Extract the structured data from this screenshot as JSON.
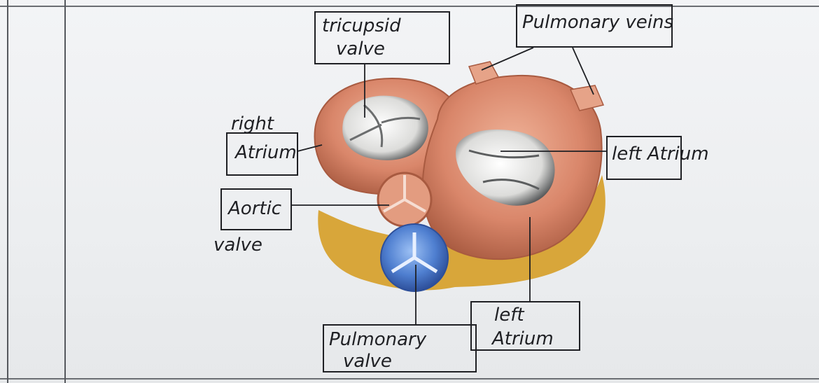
{
  "labels": {
    "tricuspid_valve": [
      "tricupsid",
      "valve"
    ],
    "pulmonary_veins": "Pulmonary veins",
    "right_atrium_caption": "right",
    "right_atrium": "Atrium",
    "left_atrium_upper": "left Atrium",
    "aortic": "Aortic",
    "aortic_caption": "valve",
    "left_atrium_lower": [
      "left",
      "Atrium"
    ],
    "pulmonary_valve": [
      "Pulmonary",
      "valve"
    ]
  },
  "colors": {
    "paper": "#eef0f2",
    "heart_muscle": "#d9866a",
    "heart_dark": "#a85a40",
    "fat": "#d8a63a",
    "valve_opening": "#f4f4f2",
    "pulmonary_trunk": "#4f7fd0",
    "ink": "#1f2024"
  }
}
